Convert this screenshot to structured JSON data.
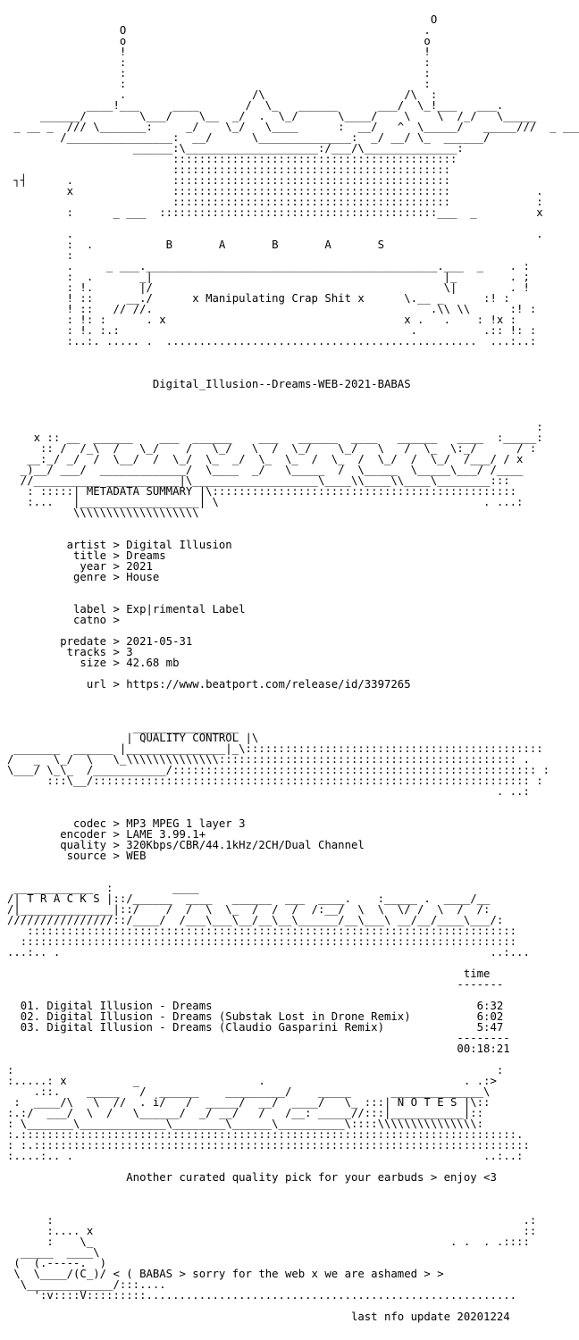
{
  "document": {
    "title": "Digital_Illusion--Dreams-WEB-2021-BABAS",
    "text_color": "#000000",
    "background": "#ffffff"
  },
  "lines": [
    "                                                                                  ",
    "                                                                O                 ",
    "                 O                                             .                  ",
    "                 o                                             o                  ",
    "                 !                                             !                  ",
    "                 :                                             :                  ",
    "                 :                                             :                  ",
    "                 :                                             :                  ",
    "                 .                   /\\                     /\\  :                 ",
    "            ____!___     ____       /  \\_   ______      ___/  \\_!___   ___.       ",
    "     ______/        \\___/    \\__  _/  .  \\_/      \\____/    \\    \\  /_/   \\_____  ",
    " _ __ _  /// \\_______:     _/    \\_/   \\____      :  __/   ^  \\_____/   _____///  _ ____ _",
    "        /________________:  __/      \\______________:  _/ __/ \\_  ______/       ",
    "                   ______:\\____________________:/___/\\______________:           ",
    "                         :::::::::::::::::::::::::::::::::::::::::::           ",
    "                         ::::::::::::::::::::::::::::::::::::::::::           ",
    " ┐┤      .               ::::::::::::::::::::::::::::::::::::::::::           ",
    "         x               ::::::::::::::::::::::::::::::::::::::::::             .",
    "                         ::::::::::::::::::::::::::::::::::::::::::             :",
    "         :      _ ___  ::::::::::::::::::::::::::::::::::::::::::___  _         x",
    "                                                                                ",
    "         .                                                                      .",
    "         :  .           B       A       B       A       S                     ",
    "         :                                                                      ",
    "         .     _ ___.____________________________________________.___  _    . :",
    "         :  .       _|                                            |_        . ;",
    "         : !.       |/                                            \\|        . !",
    "         ! ::     __./      x Manipulating Crap Shit x      \\.__ _      :! :",
    "         ! ::   // //.                                          .\\\\ \\\\      :! :",
    "         : !: :      . x                                    x .   .    : !x :",
    "         : !. :.:                                            .          .:: !: :",
    "         :..:. ..... .  ...............................................  ...:..:",
    "                                                                                 ",
    "                                                                                 ",
    "                                                                                 ",
    "                      Digital_Illusion--Dreams-WEB-2021-BABAS                   ",
    "                                                                                 ",
    "                                                                                 ",
    "                                                                                 ",
    "                                                                                :",
    "    x :: __  ______    ___  ______    ___   ______  ____   ______   ____  :_____:",
    "     :: /  /_\\  /   \\_/    /   \\_/   \\  /  \\_/    \\_/   \\   /  \\_  \\:_/      / :",
    "   __:_/ _/  /  \\__/  /  \\_/  \\_  _/  \\_  \\_  /  \\_  /  \\_/  /  \\_/  /___/ / x",
    "  _)__/ ___/  _____________/  \\____  _/   \\_____  /  \\_____  \\_____\\___/ /____",
    "  //__________ ___________|\\___________________\\____\\\\____\\\\____\\________::: ",
    "   : :::::| METADATA SUMMARY |\\:::::::::::::::::::::::::::::::::::::::::::::: ",
    "   :...   |__________________| \\                                        . ...:",
    "          \\\\\\\\\\\\\\\\\\\\\\\\\\\\\\\\\\\\\\                                               ",
    "                                                                                 ",
    "                                                                                 ",
    "         artist > Digital Illusion                                               ",
    "          title > Dreams                                                         ",
    "           year > 2021                                                           ",
    "          genre > House                                                          ",
    "                                                                                 ",
    "                                                                                 ",
    "          label > Exp|rimental Label                                             ",
    "          catno >                                                                ",
    "                                                                                 ",
    "        predate > 2021-05-31                                                     ",
    "         tracks > 3                                                              ",
    "           size > 42.68 mb                                                       ",
    "                                                                                 ",
    "            url > https://www.beatport.com/release/id/3397265                    ",
    "                                                                                 ",
    "                                                                                 ",
    "                                                                                 ",
    "                   ________________                                              ",
    "                  | QUALITY CONTROL |\\                                            ",
    " _______  ______ |_______________|_\\:::::::::::::::::::::::::::::::::::::::::::::",
    "/   _  \\_/  \\   \\_\\\\\\\\\\\\\\\\\\\\\\\\\\\\::::::::::::::::::::::::::::::::::::::::::::: .",
    "\\___/ \\_\\_  /___________/::::::::::::::::::::::::::::::::::::::::::::::::::::::: :",
    "      :::\\__/:::::::::::::::::::::::::::::::::::::::::::::::::::::::::::::::::: :",
    "                                                                          . ..:",
    "                                                                                 ",
    "                                                                                 ",
    "          codec > MP3 MPEG 1 layer 3                                             ",
    "        encoder > LAME 3.99.1+                                                   ",
    "        quality > 320Kbps/CBR/44.1kHz/2CH/Dual Channel                           ",
    "         source > WEB                                                            ",
    "                                                                                 ",
    "                                                                                 ",
    " ____________  :         ____                                                    ",
    "/| T R A C K S |::/______  ____   ______  ___  ____.    :_____ .  ____/__       ",
    "/|______________|::/    /  /  \\  \\_  /  /  /  /:__/  \\  \\  \\/ /  \\  /  /:",
    "////////////////::/____/  /___\\___\\__/__\\__\\______/__\\___\\ __/__/____\\___/:",
    "   :::::::::::::::::::::::::::::::::::::::::::::::::::::::::::::::::::::::::: ",
    "  ::::::::::::::::::::::::::::::::::::::::::::::::::::::::::::::::::::::::::: ",
    "...:.. .                                                                 ..:...",
    "                                                                                 ",
    "                                                                     time        ",
    "                                                                    -------      ",
    "                                                                                 ",
    "  01. Digital Illusion - Dreams                                        6:32     ",
    "  02. Digital Illusion - Dreams (Substak Lost in Drone Remix)          6:02     ",
    "  03. Digital Illusion - Dreams (Claudio Gasparini Remix)              5:47     ",
    "                                                                    --------     ",
    "                                                                    00:18:21     ",
    "                                                                                 ",
    ":                                                                         :     ",
    ":.....: x          _                  .                              . .:>       ",
    "    .::.    _____   /  ______    _________/    _____      ______________\\      ",
    " :  ____/\\   \\  //  . i/   /  _____/  __/  ____/   \\_ :::| N O T E S |\\::",
    ":.:/  ___/  \\  /   \\______/  _/ __/   /   /__: _____//:::|___________|::",
    ": \\_______\\_____________\\________\\______\\__________\\::::\\\\\\\\\\\\\\\\\\\\\\\\\\\\\\:",
    ":.:::::::::::::::::::::::::::::::::::::::::::::::::::::::::::::::::::::::::::.",
    ": :.:::::::::::::::::::::::::::::::::::::::::::::::::::::::::::::::::::::::::::",
    ":....:.. .                                                              ..:..:",
    "                                                                                 ",
    "                  Another curated quality pick for your earbuds > enjoy <3       ",
    "                                                                                 ",
    "                                                                                 ",
    "                                                                                 ",
    "      :                                                                       .:",
    "      :.... x                                                                 ::",
    "      :    \\_                                                      . .  . .::::",
    "  _____  ____\\                                                           ",
    " (  (.-----.  )                                                             ",
    " \\  \\____/(C_)/ < ( BABAS > sorry for the web x we are ashamed > >           ",
    "  \\_____________/:::....                                                        ",
    "    ':v::::V:::::::::........................................................",
    "                                                                                 ",
    "                                                    last nfo update 20201224     "
  ]
}
